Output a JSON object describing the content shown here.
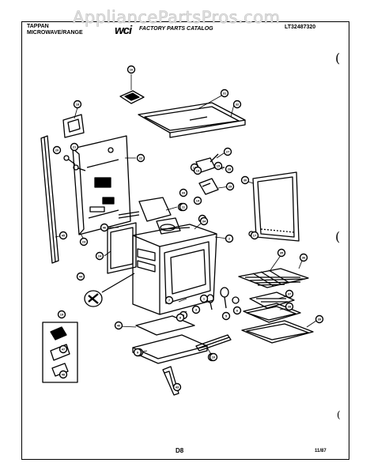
{
  "watermark": "AppliancePartsPros.com",
  "header": {
    "brand_line1": "TAPPAN",
    "brand_line2": "MICROWAVE/RANGE",
    "logo": "wci",
    "catalog_title": "FACTORY PARTS CATALOG",
    "model": "LT32487320"
  },
  "footer": {
    "page": "D8",
    "date": "11/87"
  },
  "diagram": {
    "callouts": [
      "16",
      "18",
      "19",
      "20",
      "21",
      "22",
      "23",
      "24",
      "25",
      "26",
      "27",
      "28",
      "29",
      "30",
      "31",
      "32",
      "33",
      "34",
      "35",
      "36",
      "37",
      "38",
      "39",
      "40",
      "41",
      "42",
      "43",
      "44",
      "45",
      "46",
      "47",
      "48",
      "1",
      "2",
      "3",
      "4",
      "5",
      "6",
      "7",
      "8",
      "9",
      "10",
      "11",
      "12",
      "13",
      "14",
      "15",
      "17"
    ]
  }
}
